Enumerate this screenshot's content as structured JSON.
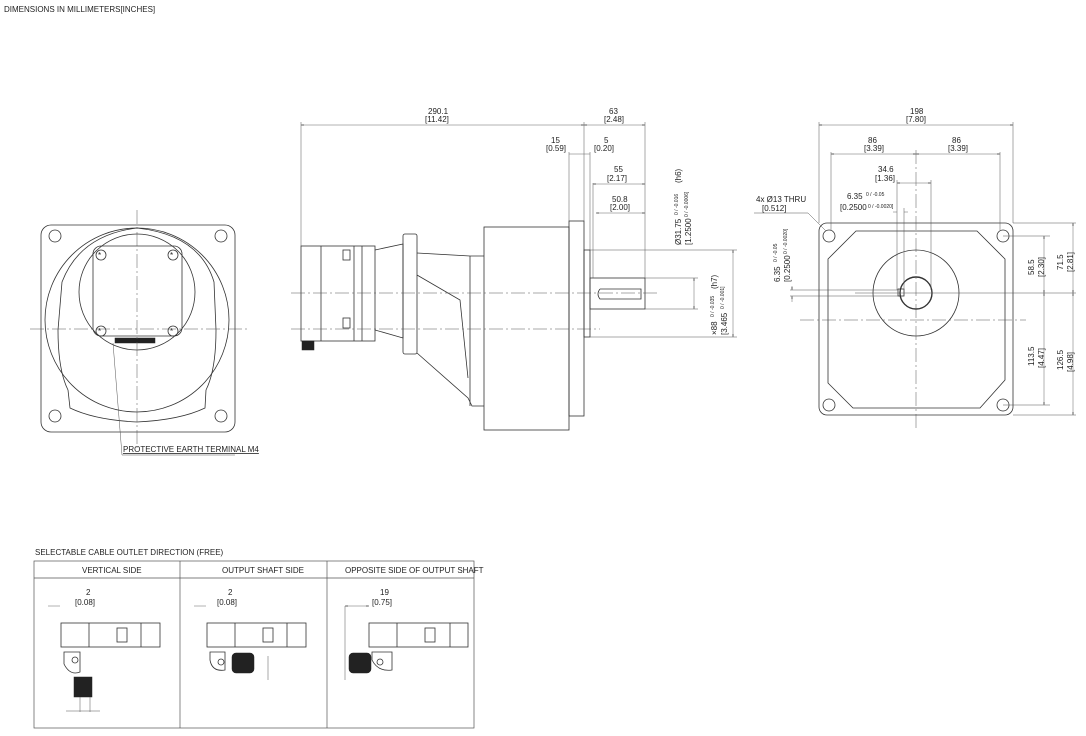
{
  "header": {
    "title": "DIMENSIONS IN MILLIMETERS[INCHES]"
  },
  "side_view": {
    "overall_length": {
      "mm": "290.1",
      "in": "[11.42]"
    },
    "shaft_length_total": {
      "mm": "63",
      "in": "[2.48]"
    },
    "flange_thickness": {
      "mm": "15",
      "in": "[0.59]"
    },
    "pilot_length": {
      "mm": "5",
      "in": "[0.20]"
    },
    "shaft_length": {
      "mm": "55",
      "in": "[2.17]"
    },
    "key_length": {
      "mm": "50.8",
      "in": "[2.00]"
    },
    "shaft_diameter": {
      "mm": "Ø31.75",
      "tol_mm": "0 / -0.016",
      "fit": "(h6)",
      "in": "[1.2500",
      "tol_in": "0 / -0.0006]"
    },
    "pilot_diameter": {
      "mm": "×88",
      "tol_mm": "0 / -0.035",
      "fit": "(h7)",
      "in": "[3.465",
      "tol_in": "0 / -0.001]"
    }
  },
  "end_view": {
    "width": {
      "mm": "198",
      "in": "[7.80]"
    },
    "half_left": {
      "mm": "86",
      "in": "[3.39]"
    },
    "half_right": {
      "mm": "86",
      "in": "[3.39]"
    },
    "key_offset": {
      "mm": "34.6",
      "in": "[1.36]"
    },
    "key_width": {
      "mm": "6.35",
      "tol_mm": "0 / -0.05",
      "in": "[0.2500",
      "tol_in": "0 / -0.0020]"
    },
    "holes": {
      "label": "4x  Ø13  THRU",
      "in": "[0.512]"
    },
    "key_height": {
      "mm": "6.35",
      "tol_mm": "0 / -0.05",
      "in": "[0.2500",
      "tol_in": "0 / -0.0020]"
    },
    "upper_hole": {
      "mm": "58.5",
      "in": "[2.30]"
    },
    "upper_edge": {
      "mm": "71.5",
      "in": "[2.81]"
    },
    "lower_hole": {
      "mm": "113.5",
      "in": "[4.47]"
    },
    "lower_edge": {
      "mm": "126.5",
      "in": "[4.98]"
    }
  },
  "rear_view": {
    "callout": "PROTECTIVE EARTH TERMINAL M4"
  },
  "cable_table": {
    "title": "SELECTABLE CABLE OUTLET DIRECTION (FREE)",
    "columns": [
      {
        "header": "VERTICAL SIDE",
        "dim_mm": "2",
        "dim_in": "[0.08]"
      },
      {
        "header": "OUTPUT SHAFT SIDE",
        "dim_mm": "2",
        "dim_in": "[0.08]"
      },
      {
        "header": "OPPOSITE SIDE OF OUTPUT SHAFT",
        "dim_mm": "19",
        "dim_in": "[0.75]"
      }
    ]
  }
}
